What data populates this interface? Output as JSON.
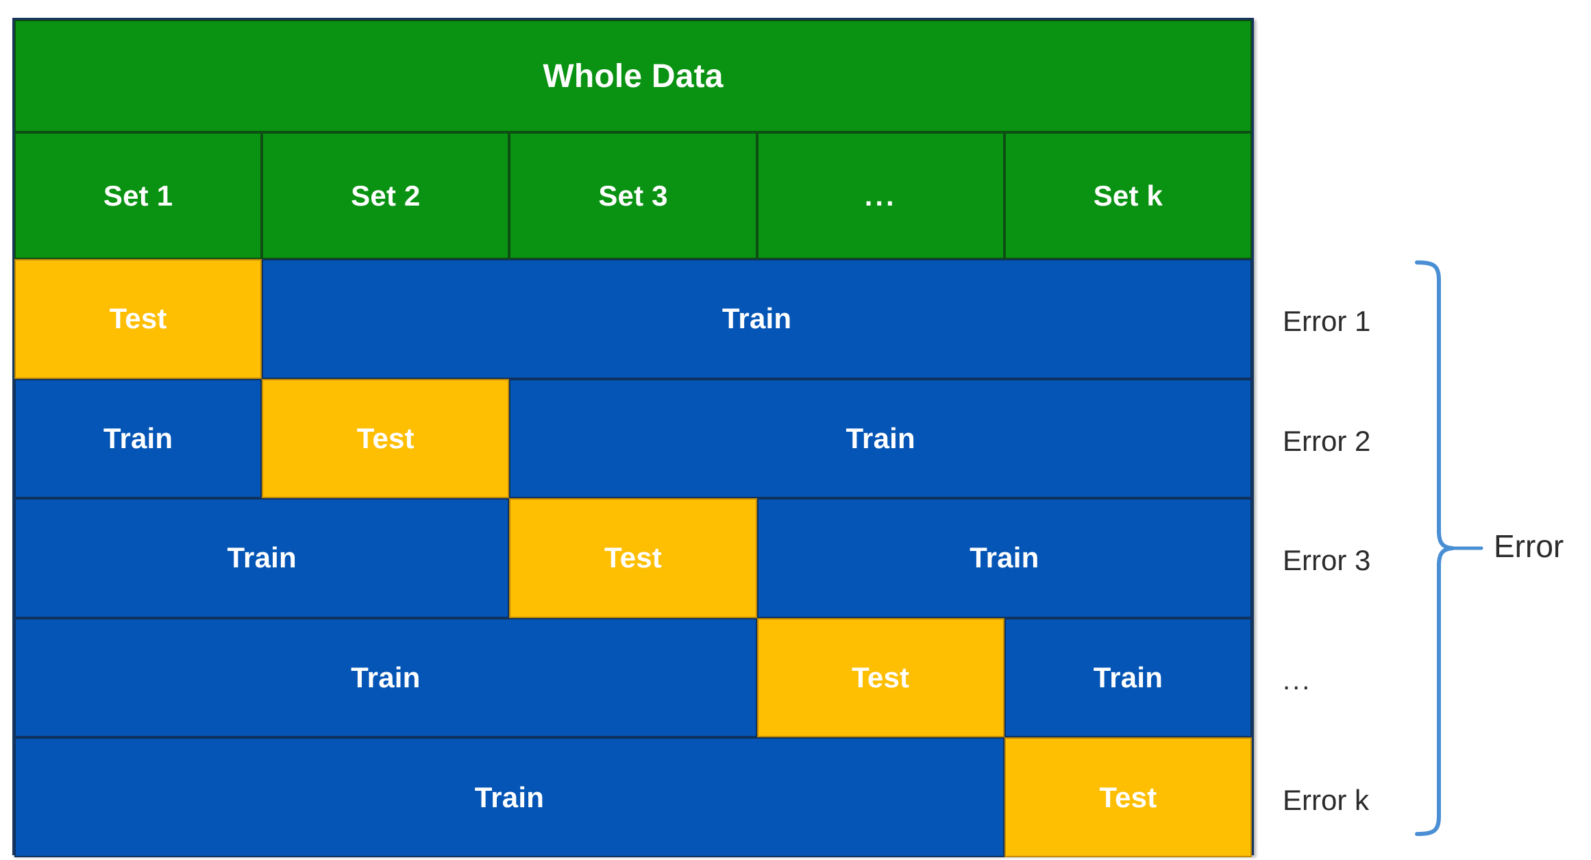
{
  "diagram": {
    "title_banner": "Whole Data",
    "colors": {
      "whole_data_green": "#0a9212",
      "train_blue": "#0455b5",
      "test_orange": "#febe02",
      "brace_blue": "#4a8fd4",
      "label_text": "#2b2b2b",
      "cell_text": "#ffffff"
    },
    "set_header": {
      "cells": [
        {
          "label": "Set 1"
        },
        {
          "label": "Set 2"
        },
        {
          "label": "Set 3"
        },
        {
          "label": "..."
        },
        {
          "label": "Set k"
        }
      ]
    },
    "folds": [
      {
        "error_label": "Error 1",
        "segments": [
          {
            "kind": "test",
            "label": "Test",
            "span": 1
          },
          {
            "kind": "train",
            "label": "Train",
            "span": 4
          }
        ]
      },
      {
        "error_label": "Error 2",
        "segments": [
          {
            "kind": "train",
            "label": "Train",
            "span": 1
          },
          {
            "kind": "test",
            "label": "Test",
            "span": 1
          },
          {
            "kind": "train",
            "label": "Train",
            "span": 3
          }
        ]
      },
      {
        "error_label": "Error 3",
        "segments": [
          {
            "kind": "train",
            "label": "Train",
            "span": 2
          },
          {
            "kind": "test",
            "label": "Test",
            "span": 1
          },
          {
            "kind": "train",
            "label": "Train",
            "span": 2
          }
        ]
      },
      {
        "error_label": "...",
        "segments": [
          {
            "kind": "train",
            "label": "Train",
            "span": 3
          },
          {
            "kind": "test",
            "label": "Test",
            "span": 1
          },
          {
            "kind": "train",
            "label": "Train",
            "span": 1
          }
        ]
      },
      {
        "error_label": "Error k",
        "segments": [
          {
            "kind": "train",
            "label": "Train",
            "span": 4
          },
          {
            "kind": "test",
            "label": "Test",
            "span": 1
          }
        ]
      }
    ],
    "aggregate_error_label": "Error"
  }
}
